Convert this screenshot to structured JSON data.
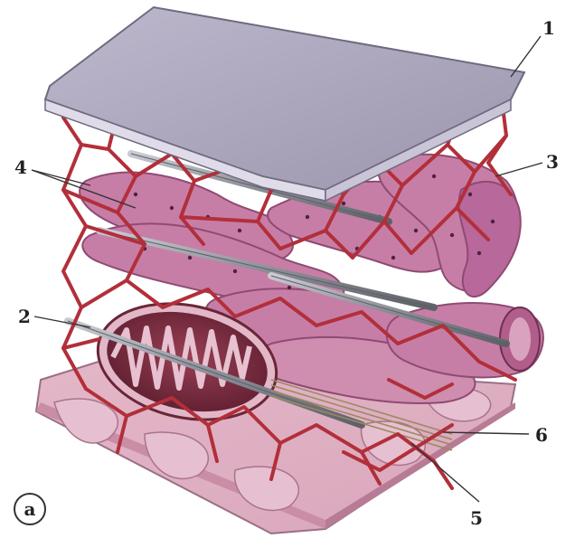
{
  "figure": {
    "panel_letter": "a",
    "labels": [
      "1",
      "2",
      "3",
      "4",
      "5",
      "6"
    ]
  },
  "colors": {
    "membrane": "#a8a3b9",
    "membrane_edge": "#6f6a80",
    "cytoskeleton": "#b22f3a",
    "er": "#c77ea6",
    "er_dark": "#8f4a73",
    "mitochondrion": "#7a2b3d",
    "microtubule": "#8d8f98"
  }
}
